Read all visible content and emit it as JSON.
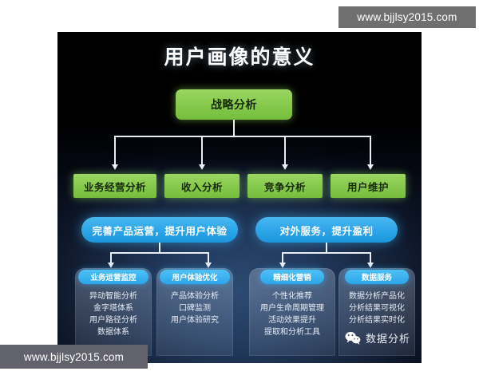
{
  "watermarks": {
    "top_right": "www.bjjlsy2015.com",
    "bottom_left": "www.bjjlsy2015.com"
  },
  "slide": {
    "title": "用户画像的意义",
    "root_node": "战略分析",
    "level2": [
      "业务经营分析",
      "收入分析",
      "竞争分析",
      "用户维护"
    ],
    "themes": [
      "完善产品运营，提升用户体验",
      "对外服务，提升盈利"
    ],
    "columns": [
      {
        "heading": "业务运营监控",
        "items": [
          "异动智能分析",
          "金字塔体系",
          "用户路径分析",
          "数据体系"
        ]
      },
      {
        "heading": "用户体验优化",
        "items": [
          "产品体验分析",
          "口碑监测",
          "用户体验研究"
        ]
      },
      {
        "heading": "精细化营销",
        "items": [
          "个性化推荐",
          "用户生命周期管理",
          "活动效果提升",
          "提取和分析工具"
        ]
      },
      {
        "heading": "数据服务",
        "items": [
          "数据分析产品化",
          "分析结果可视化",
          "分析结果实时化"
        ]
      }
    ],
    "footer_badge": {
      "icon": "wechat-icon",
      "label": "数据分析"
    },
    "colors": {
      "green": "#84c94b",
      "blue": "#2ba4e8",
      "background_dark": "#05070d",
      "background_glow": "#2d4a72",
      "connector": "#e9eef5",
      "text_light": "#ffffff"
    }
  }
}
